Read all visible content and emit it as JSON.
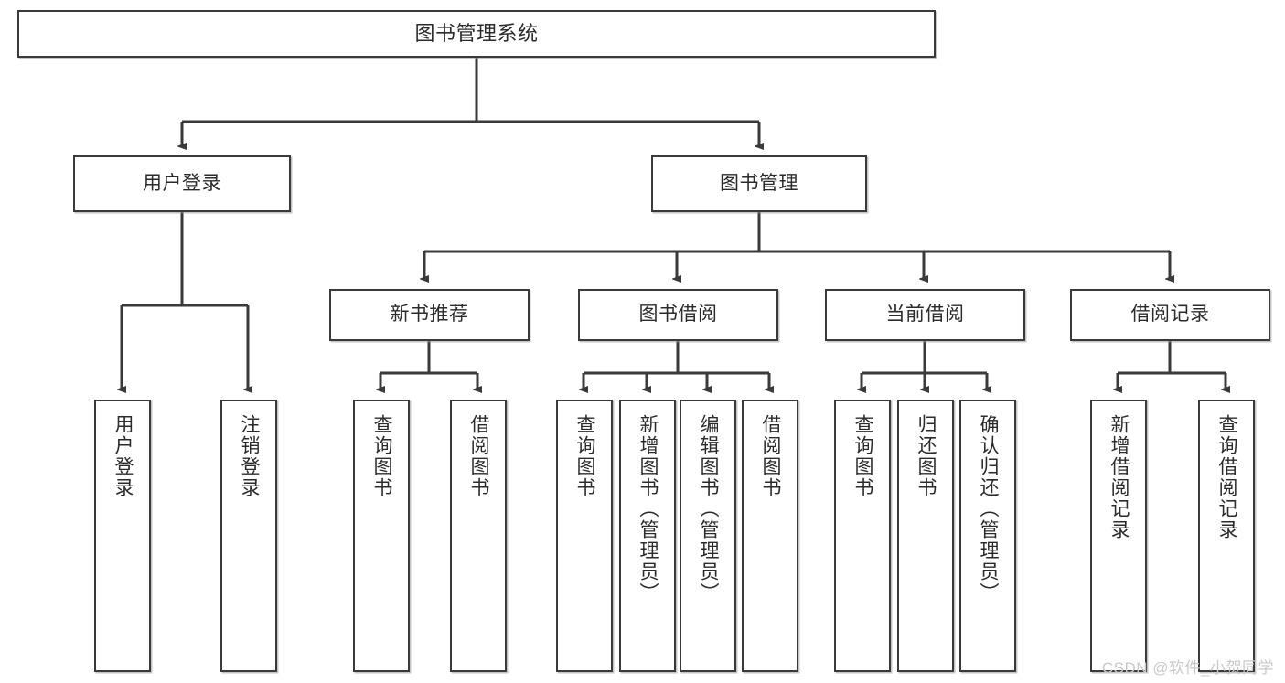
{
  "diagram": {
    "title": "图书管理系统",
    "type": "tree",
    "watermark": "CSDN @软件_小贺同学",
    "colors": {
      "border": "#3a3a3a",
      "text": "#2b2b2b",
      "background": "#ffffff",
      "connector": "#3a3a3a",
      "watermark": "#c9c9c9"
    },
    "levels": {
      "root": {
        "label": "图书管理系统"
      },
      "level2": [
        {
          "label": "用户登录"
        },
        {
          "label": "图书管理"
        }
      ],
      "level3": [
        {
          "label": "新书推荐"
        },
        {
          "label": "图书借阅"
        },
        {
          "label": "当前借阅"
        },
        {
          "label": "借阅记录"
        }
      ]
    },
    "leaves": {
      "user_login": [
        {
          "label": "用户登录"
        },
        {
          "label": "注销登录"
        }
      ],
      "new_book_recommend": [
        {
          "label": "查询图书"
        },
        {
          "label": "借阅图书"
        }
      ],
      "book_borrow": [
        {
          "label": "查询图书"
        },
        {
          "label": "新增图书（管理员）"
        },
        {
          "label": "编辑图书（管理员）"
        },
        {
          "label": "借阅图书"
        }
      ],
      "current_borrow": [
        {
          "label": "查询图书"
        },
        {
          "label": "归还图书"
        },
        {
          "label": "确认归还（管理员）"
        }
      ],
      "borrow_record": [
        {
          "label": "新增借阅记录"
        },
        {
          "label": "查询借阅记录"
        }
      ]
    }
  }
}
